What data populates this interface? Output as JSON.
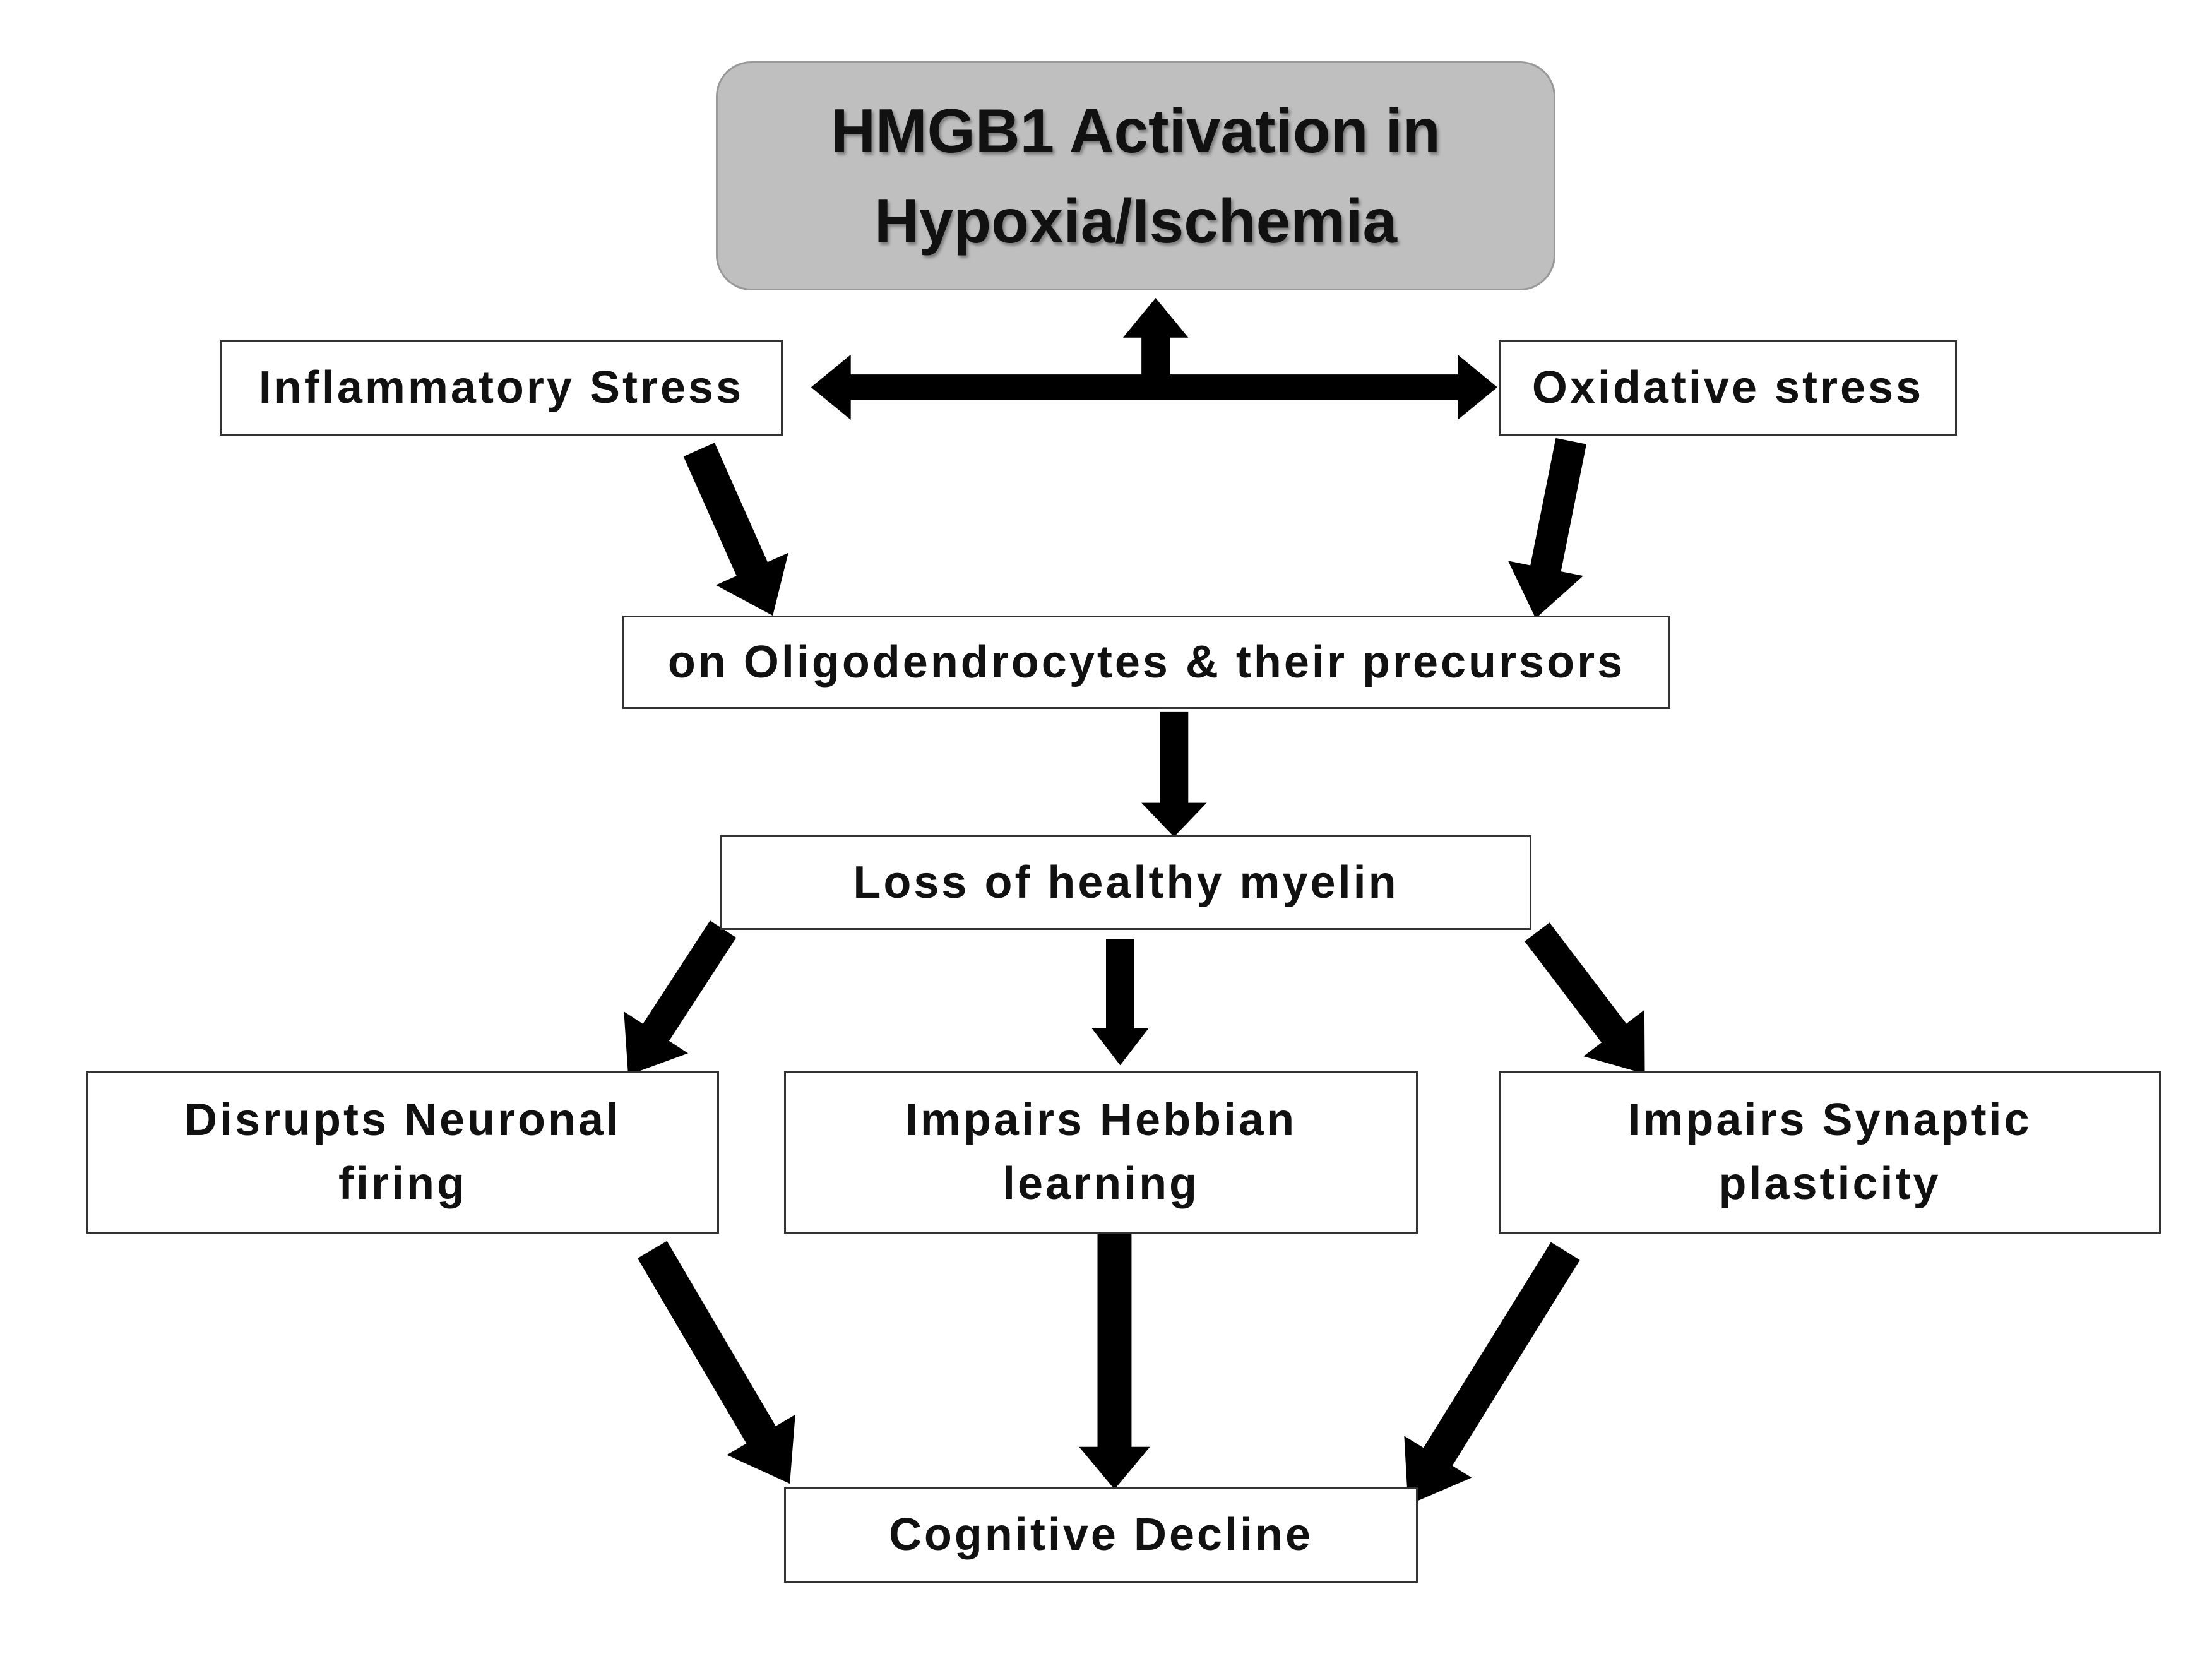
{
  "title": {
    "line1": "HMGB1 Activation in",
    "line2": "Hypoxia/Ischemia"
  },
  "nodes": {
    "inflammatory": "Inflammatory Stress",
    "oxidative": "Oxidative stress",
    "oligodendrocytes": "on Oligodendrocytes & their precursors",
    "myelin": "Loss of healthy myelin",
    "neuronal": {
      "line1": "Disrupts Neuronal",
      "line2": "firing"
    },
    "hebbian": {
      "line1": "Impairs Hebbian",
      "line2": "learning"
    },
    "synaptic": {
      "line1": "Impairs Synaptic",
      "line2": "plasticity"
    },
    "cognitive": "Cognitive Decline"
  },
  "colors": {
    "title_fill": "#bfbfbf",
    "arrow": "#000000",
    "border": "#333333"
  }
}
